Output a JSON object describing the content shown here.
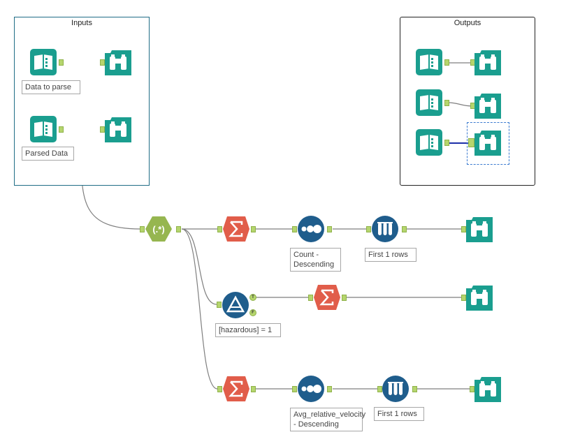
{
  "containers": {
    "inputs_title": "Inputs",
    "outputs_title": "Outputs"
  },
  "annotations": {
    "data_to_parse": "Data to parse",
    "parsed_data": "Parsed Data",
    "sort_count": "Count - Descending",
    "sample_1": "First 1 rows",
    "filter": "[hazardous] = 1",
    "sort_avg": "Avg_relative_velocity - Descending",
    "sample_2": "First 1 rows"
  },
  "ports": {
    "true_label": "T",
    "false_label": "F"
  },
  "colors": {
    "io_teal": "#1a9e8f",
    "summarize_orange": "#e15d4a",
    "blue_tool": "#1f5d8c",
    "regex_green": "#96b650",
    "anchor_green": "#b5d56d",
    "wire": "#808080",
    "selected_wire": "#1e2fa8"
  },
  "icons": {
    "input": "book-input-icon",
    "browse": "binoculars-icon",
    "summarize": "sigma-icon",
    "sort": "sort-dots-icon",
    "sample": "test-tubes-icon",
    "filter": "filter-triangle-icon",
    "regex": "regex-icon"
  }
}
